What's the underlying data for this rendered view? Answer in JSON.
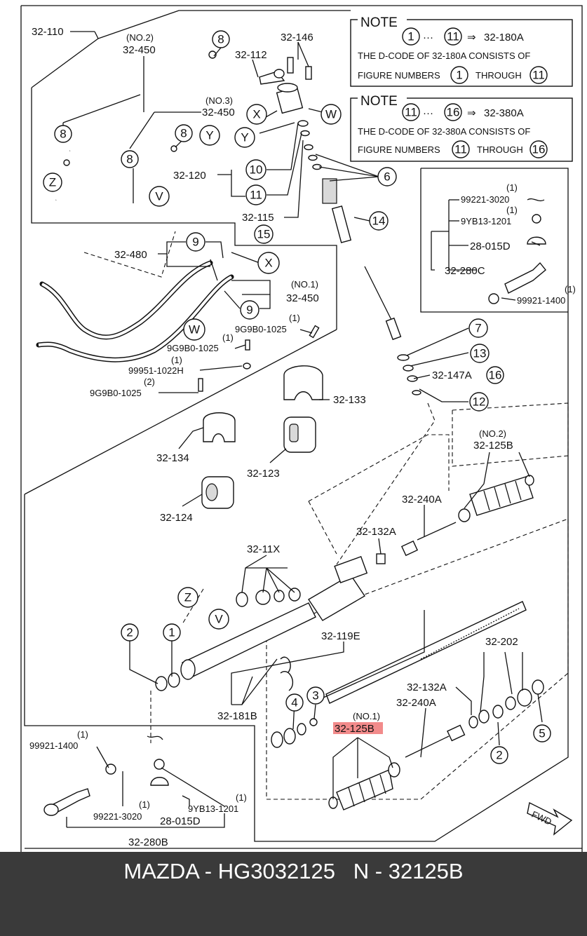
{
  "colors": {
    "highlight": "#f28b8b",
    "footer_bg": "#3a3a3a",
    "footer_text": "#ffffff",
    "ink": "#111111"
  },
  "footer": {
    "caption": "MAZDA - HG3032125   N - 32125B"
  },
  "note1": {
    "title": "NOTE",
    "from": "1",
    "to": "11",
    "arrow": "⇒",
    "code": "32-180A",
    "line1": "THE D-CODE OF 32-180A CONSISTS OF",
    "line2a": "FIGURE NUMBERS",
    "line2b": "THROUGH"
  },
  "note2": {
    "title": "NOTE",
    "from": "11",
    "to": "16",
    "arrow": "⇒",
    "code": "32-380A",
    "line1": "THE D-CODE OF 32-380A CONSISTS OF",
    "line2a": "FIGURE NUMBERS",
    "line2b": "THROUGH"
  },
  "labels": {
    "l_32_110": "32-110",
    "l_no2_a": "(NO.2)",
    "l_32_450_a": "32-450",
    "l_32_112": "32-112",
    "l_32_146": "32-146",
    "l_no3": "(NO.3)",
    "l_32_450_b": "32-450",
    "l_32_120": "32-120",
    "l_32_115": "32-115",
    "l_32_480": "32-480",
    "l_no1_a": "(NO.1)",
    "l_32_450_c": "32-450",
    "l_q1_a": "(1)",
    "l_9g9b0_a": "9G9B0-1025",
    "l_q1_b": "(1)",
    "l_9g9b0_b": "9G9B0-1025",
    "l_q1_c": "(1)",
    "l_99951": "99951-1022H",
    "l_q2": "(2)",
    "l_9g9b0_c": "9G9B0-1025",
    "l_32_133": "32-133",
    "l_32_134": "32-134",
    "l_32_123": "32-123",
    "l_32_124": "32-124",
    "l_32_147a": "32-147A",
    "l_q1_d": "(1)",
    "l_99221_a": "99221-3020",
    "l_q1_e": "(1)",
    "l_9yb13_a": "9YB13-1201",
    "l_28_015d_a": "28-015D",
    "l_32_280c": "32-280C",
    "l_q1_f": "(1)",
    "l_99921_a": "99921-1400",
    "l_no2_b": "(NO.2)",
    "l_32_125b_a": "32-125B",
    "l_32_240a_a": "32-240A",
    "l_32_132a_a": "32-132A",
    "l_32_11x": "32-11X",
    "l_32_119e": "32-119E",
    "l_32_202": "32-202",
    "l_32_132a_b": "32-132A",
    "l_32_240a_b": "32-240A",
    "l_32_181b": "32-181B",
    "l_no1_b": "(NO.1)",
    "l_32_125b_b": "32-125B",
    "l_q1_g": "(1)",
    "l_99921_b": "99921-1400",
    "l_q1_h": "(1)",
    "l_99221_b": "99221-3020",
    "l_28_015d_b": "28-015D",
    "l_q1_i": "(1)",
    "l_9yb13_b": "9YB13-1201",
    "l_32_280b": "32-280B",
    "l_fwd": "FWD"
  },
  "callouts": {
    "c8a": "8",
    "c8b": "8",
    "c8c": "8",
    "c8d": "8",
    "cZa": "Z",
    "cV_a": "V",
    "cX_a": "X",
    "cY_a": "Y",
    "cY_b": "Y",
    "cW_a": "W",
    "c10": "10",
    "c11": "11",
    "c15": "15",
    "c6": "6",
    "c14": "14",
    "c9a": "9",
    "c9b": "9",
    "cX_b": "X",
    "cW_b": "W",
    "c7": "7",
    "c13": "13",
    "c16": "16",
    "c12": "12",
    "cZb": "Z",
    "cV_b": "V",
    "c2a": "2",
    "c1": "1",
    "c4": "4",
    "c3": "3",
    "c5": "5",
    "c2b": "2"
  }
}
